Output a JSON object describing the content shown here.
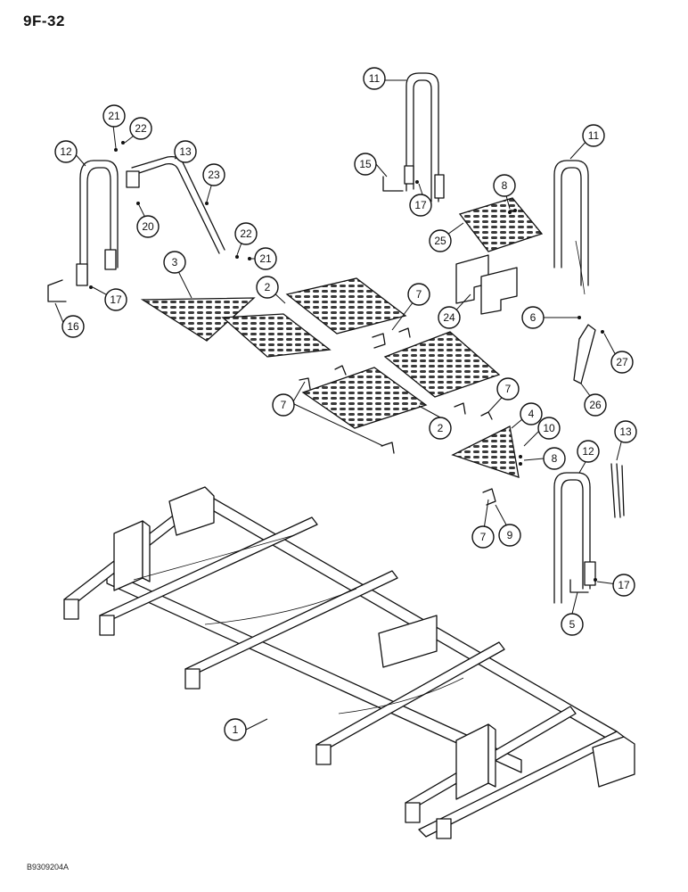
{
  "header": {
    "page_code": "9F-32"
  },
  "footer": {
    "figure_code": "B9309204A"
  },
  "callouts": [
    {
      "label": "1"
    },
    {
      "label": "2"
    },
    {
      "label": "2"
    },
    {
      "label": "3"
    },
    {
      "label": "4"
    },
    {
      "label": "5"
    },
    {
      "label": "6"
    },
    {
      "label": "7"
    },
    {
      "label": "7"
    },
    {
      "label": "7"
    },
    {
      "label": "7"
    },
    {
      "label": "8"
    },
    {
      "label": "8"
    },
    {
      "label": "9"
    },
    {
      "label": "10"
    },
    {
      "label": "11"
    },
    {
      "label": "11"
    },
    {
      "label": "12"
    },
    {
      "label": "12"
    },
    {
      "label": "13"
    },
    {
      "label": "13"
    },
    {
      "label": "15"
    },
    {
      "label": "16"
    },
    {
      "label": "17"
    },
    {
      "label": "17"
    },
    {
      "label": "17"
    },
    {
      "label": "20"
    },
    {
      "label": "21"
    },
    {
      "label": "21"
    },
    {
      "label": "22"
    },
    {
      "label": "22"
    },
    {
      "label": "23"
    },
    {
      "label": "24"
    },
    {
      "label": "25"
    },
    {
      "label": "26"
    },
    {
      "label": "27"
    }
  ]
}
